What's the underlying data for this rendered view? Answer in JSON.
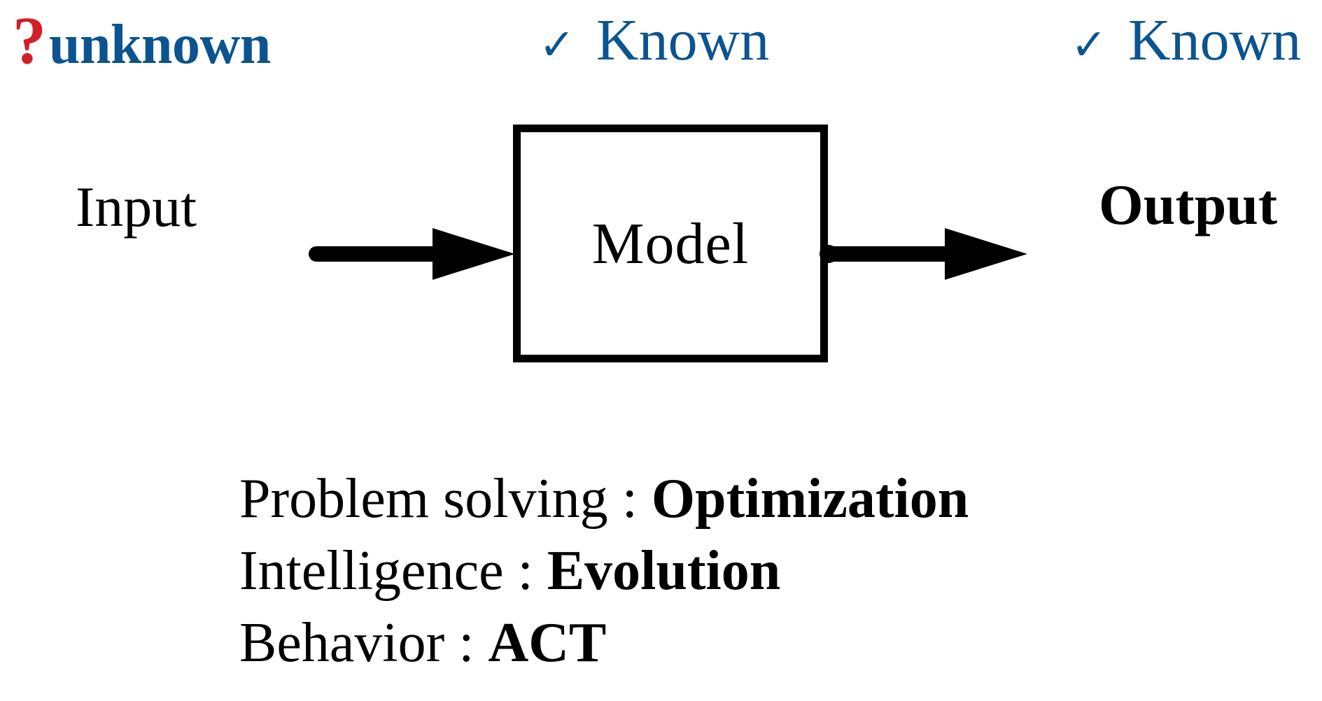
{
  "diagram": {
    "title_labels": [
      {
        "mark": "?",
        "mark_icon": "question-mark-icon",
        "text": "unknown",
        "color": "#0B5490",
        "mark_color": "#D01F28"
      },
      {
        "mark": "✓",
        "mark_icon": "check-mark-icon",
        "text": "Known",
        "color": "#0B5490",
        "mark_color": "#0B5490"
      },
      {
        "mark": "✓",
        "mark_icon": "check-mark-icon",
        "text": "Known",
        "color": "#0B5490",
        "mark_color": "#0B5490"
      }
    ],
    "input_label": "Input",
    "box_label": "Model",
    "output_label": "Output",
    "arrow_in_name": "input-arrow",
    "arrow_out_name": "output-arrow"
  },
  "mappings": [
    {
      "key": "Problem solving",
      "separator": ":",
      "value": "Optimization"
    },
    {
      "key": "Intelligence",
      "separator": ":",
      "value": "Evolution"
    },
    {
      "key": "Behavior",
      "separator": ":",
      "value": "ACT"
    }
  ],
  "colors": {
    "accent_blue": "#0B5490",
    "accent_red": "#D01F28",
    "stroke_black": "#000000",
    "background": "#FFFFFF"
  }
}
